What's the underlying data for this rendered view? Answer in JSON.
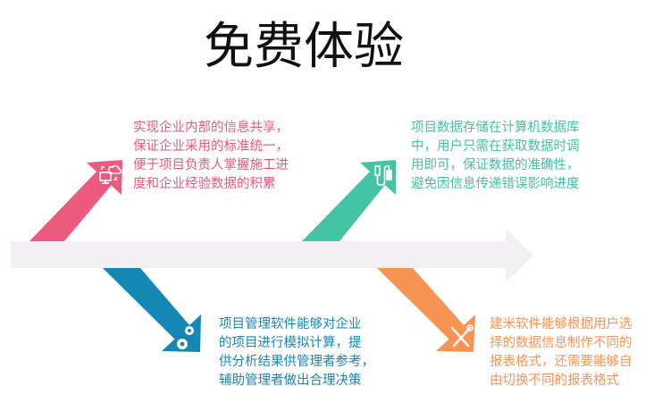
{
  "title": "免费体验",
  "colors": {
    "pink": "#ec5a7e",
    "teal": "#45c4a5",
    "blue": "#1488b4",
    "orange": "#f79454",
    "spine": "#f2f0f3"
  },
  "blocks": {
    "pink": {
      "icon": "cloud-computer-sync-icon",
      "lines": [
        "实现企业内部的信息共享，",
        "保证企业采用的标准统一，",
        "便于项目负责人掌握施工进",
        "度和企业经验数据的积累"
      ]
    },
    "teal": {
      "icon": "usb-cable-icon",
      "lines": [
        "项目数据存储在计算机数据库",
        "中，用户只需在获取数据时调",
        "用即可，保证数据的准确性，",
        "避免因信息传递错误影响进度"
      ]
    },
    "blue": {
      "icon": "gears-icon",
      "lines": [
        "项目管理软件能够对企业",
        "的项目进行模拟计算，提",
        "供分析结果供管理者参考，",
        "辅助管理者做出合理决策"
      ]
    },
    "orange": {
      "icon": "tools-icon",
      "lines": [
        "建米软件能够根据用户选",
        "择的数据信息制作不同的",
        "报表格式，还需要能够自",
        "由切换不同的报表格式"
      ]
    }
  }
}
